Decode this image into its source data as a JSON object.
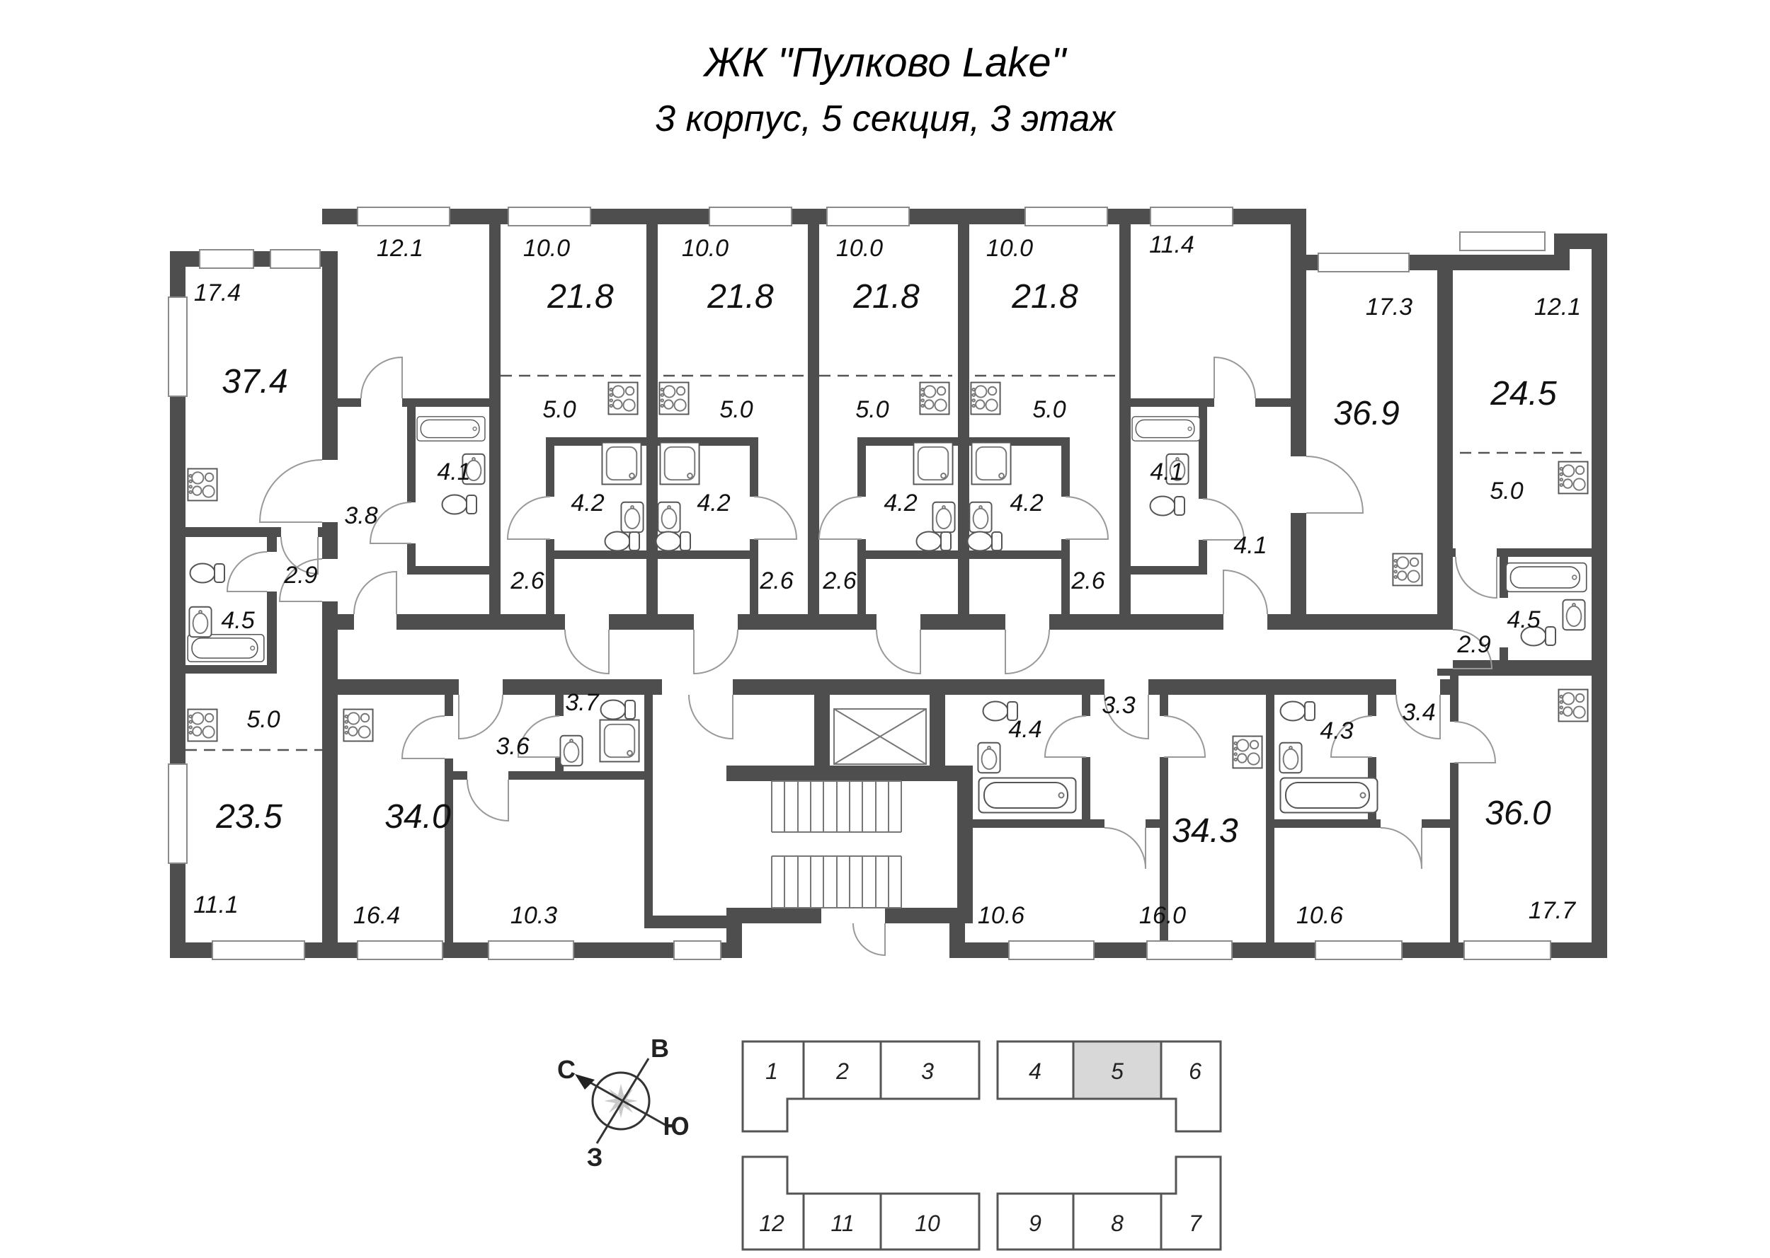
{
  "title": {
    "line1": "ЖК \"Пулково Lake\"",
    "line2": "3 корпус, 5 секция, 3 этаж"
  },
  "plan": {
    "wall_color": "#4e4e4e",
    "apartments": [
      {
        "id": "apt-37-4",
        "total": "37.4",
        "rooms": [
          "17.4",
          "12.1",
          "4.1",
          "3.8"
        ]
      },
      {
        "id": "apt-23-5",
        "total": "23.5",
        "rooms": [
          "5.0",
          "11.1",
          "4.5",
          "2.9"
        ]
      },
      {
        "id": "studio-1",
        "total": "21.8",
        "rooms": [
          "10.0",
          "5.0",
          "4.2",
          "2.6"
        ]
      },
      {
        "id": "studio-2",
        "total": "21.8",
        "rooms": [
          "10.0",
          "5.0",
          "4.2",
          "2.6"
        ]
      },
      {
        "id": "studio-3",
        "total": "21.8",
        "rooms": [
          "10.0",
          "5.0",
          "4.2",
          "2.6"
        ]
      },
      {
        "id": "studio-4",
        "total": "21.8",
        "rooms": [
          "10.0",
          "5.0",
          "4.2",
          "2.6"
        ]
      },
      {
        "id": "apt-36-9",
        "total": "36.9",
        "rooms": [
          "17.3",
          "11.4",
          "4.1",
          "4.1"
        ]
      },
      {
        "id": "apt-24-5",
        "total": "24.5",
        "rooms": [
          "12.1",
          "5.0",
          "4.5",
          "2.9"
        ]
      },
      {
        "id": "apt-34-0",
        "total": "34.0",
        "rooms": [
          "16.4",
          "10.3",
          "3.6",
          "3.7"
        ]
      },
      {
        "id": "apt-34-3",
        "total": "34.3",
        "rooms": [
          "16.0",
          "10.6",
          "4.4",
          "3.3"
        ]
      },
      {
        "id": "apt-36-0",
        "total": "36.0",
        "rooms": [
          "17.7",
          "10.6",
          "4.3",
          "3.4"
        ]
      }
    ]
  },
  "compass": {
    "north": "С",
    "east": "В",
    "south": "Ю",
    "west": "З"
  },
  "key_plan": {
    "sections": [
      "1",
      "2",
      "3",
      "4",
      "5",
      "6",
      "7",
      "8",
      "9",
      "10",
      "11",
      "12"
    ],
    "highlighted_section": "5"
  }
}
